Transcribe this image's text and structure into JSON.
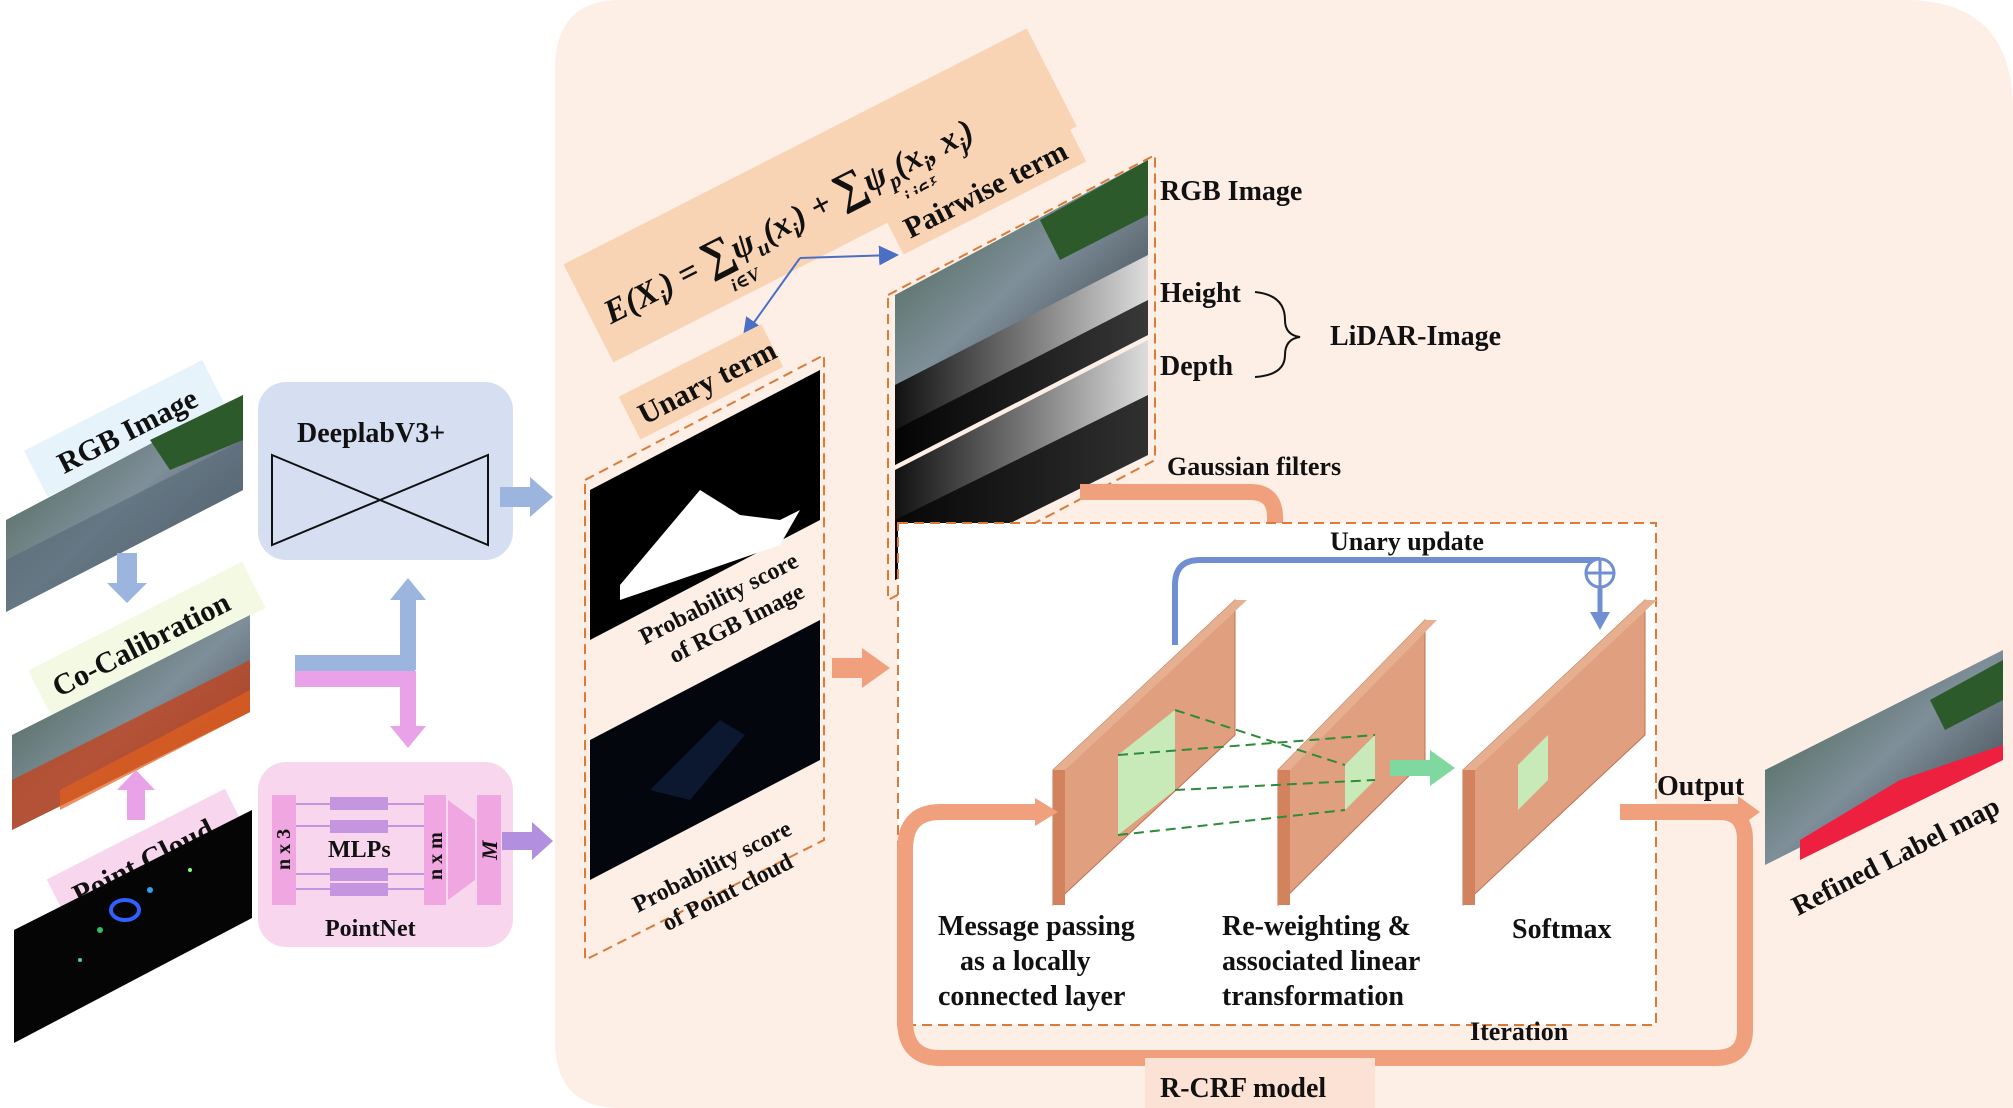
{
  "left": {
    "rgb_image_label": "RGB Image",
    "co_calibration_label": "Co-Calibration",
    "point_cloud_label": "Point Cloud",
    "deeplab_label": "DeeplabV3+",
    "pointnet_label": "PointNet",
    "mlps_label": "MLPs",
    "n_x_3": "n x 3",
    "n_x_m": "n x m",
    "m_label": "M"
  },
  "crf": {
    "equation": {
      "lhs": "E(X",
      "lhs_sub": "i",
      "mid": ") = ",
      "sum_sub_1": "i∈V",
      "psi_u": "ψ",
      "psi_u_sub": "u",
      "psi_u_args": "(x",
      "plus": ") + ",
      "sum_sub_2": "i,j∈ξ",
      "psi_p": "ψ",
      "psi_p_sub": "p",
      "psi_p_args": "(x",
      "psi_p_args_sub_i": "i",
      "psi_p_comma": ", x",
      "psi_p_args_sub_j": "j",
      "close": ")",
      "x_sub_i": "i"
    },
    "unary_term": "Unary term",
    "pairwise_term": "Pairwise term",
    "prob_rgb_line1": "Probability score",
    "prob_rgb_line2": "of RGB Image",
    "prob_pc_line1": "Probability score",
    "prob_pc_line2": "of Point cloud",
    "rgb_image": "RGB Image",
    "height": "Height",
    "depth": "Depth",
    "lidar_image": "LiDAR-Image",
    "gaussian_filters": "Gaussian filters",
    "unary_update": "Unary update",
    "message_line1": "Message passing",
    "message_line2": "as a locally",
    "message_line3": "connected layer",
    "reweight_line1": "Re-weighting &",
    "reweight_line2": "associated linear",
    "reweight_line3": "transformation",
    "softmax": "Softmax",
    "iteration": "Iteration",
    "rcrf_model": "R-CRF model",
    "output": "Output",
    "refined_label_map": "Refined Label map"
  },
  "colors": {
    "crf_background": "#fdeee6",
    "equation_box": "#f9d4b4",
    "deeplab_box": "#d6dff2",
    "pointnet_box": "#f8d7ee",
    "blue_arrow": "#9bb5df",
    "pink_arrow": "#e9a2e8",
    "purple_arrow": "#b38fe0",
    "orange_arrow": "#f0a07c",
    "layer_fill": "#e0a080",
    "layer_side": "#d2835e",
    "green_patch": "#c8eab8",
    "green_arrow": "#7ed8a0",
    "dashed_orange": "#d97c3a",
    "dashed_green": "#2e8b3a",
    "update_blue": "#6f8fd2"
  }
}
